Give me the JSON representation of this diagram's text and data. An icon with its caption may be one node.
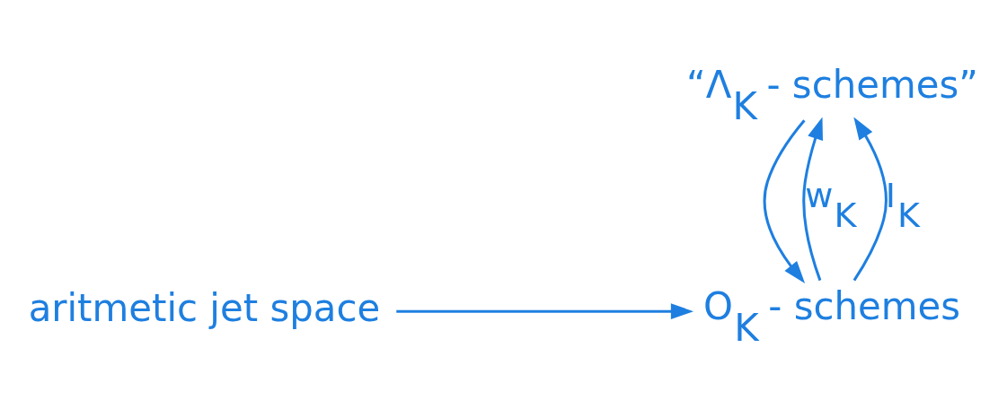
{
  "diagram": {
    "nodes": [
      {
        "text": [
          "“Λ$_{K}$ - schemes”"
        ]
      },
      {
        "text": [
          "O$_{K}$ - schemes"
        ]
      },
      {
        "text": [
          "aritmetic jet space"
        ]
      }
    ],
    "edges": [
      {
        "from": 1,
        "to": 0,
        "arrow": "to",
        "label": "w$_{K}$"
      },
      {
        "from": 0,
        "to": 1,
        "arrow": "to"
      },
      {
        "from": 1,
        "to": 0,
        "arrow": "to",
        "label": "I$_{K}$"
      },
      {
        "from": 2,
        "to": 1,
        "arrow": "to"
      }
    ]
  }
}
